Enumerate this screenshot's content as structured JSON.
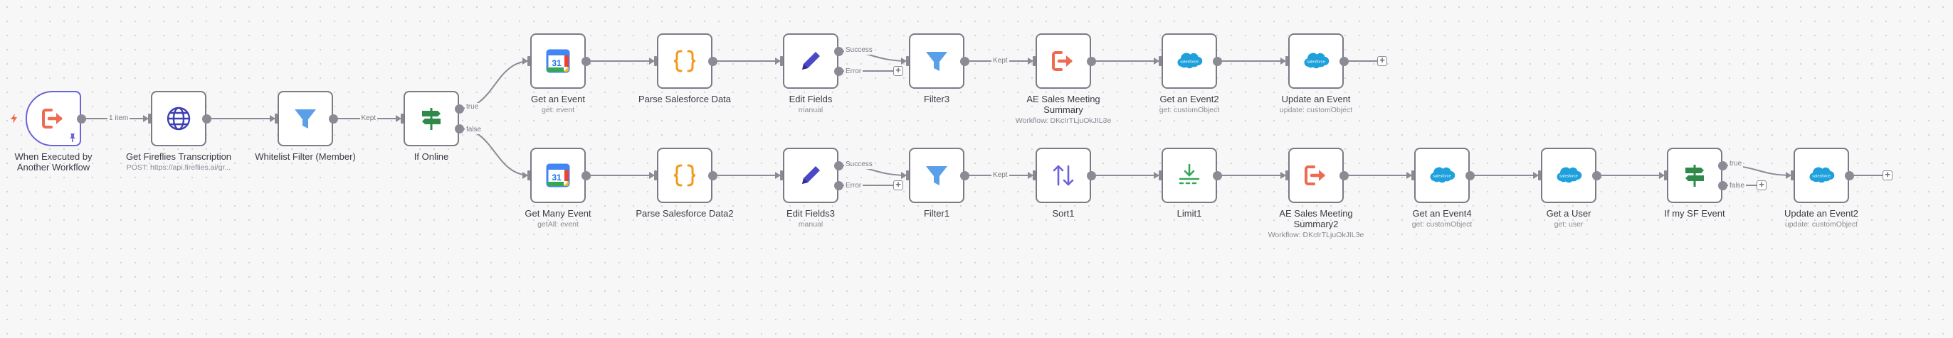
{
  "workflow": {
    "nodes": [
      {
        "id": "n1",
        "label": "When Executed by Another Workflow",
        "subtitle": "",
        "icon": "execute-workflow-trigger-icon",
        "trigger": true
      },
      {
        "id": "n2",
        "label": "Get Fireflies Transcription",
        "subtitle": "POST: https://api.fireflies.ai/gr...",
        "icon": "http-globe-icon"
      },
      {
        "id": "n3",
        "label": "Whitelist Filter (Member)",
        "subtitle": "",
        "icon": "filter-icon"
      },
      {
        "id": "n4",
        "label": "If Online",
        "subtitle": "",
        "icon": "if-signpost-icon"
      },
      {
        "id": "t1",
        "label": "Get an Event",
        "subtitle": "get: event",
        "icon": "google-calendar-icon"
      },
      {
        "id": "t2",
        "label": "Parse Salesforce Data",
        "subtitle": "",
        "icon": "code-braces-icon"
      },
      {
        "id": "t3",
        "label": "Edit Fields",
        "subtitle": "manual",
        "icon": "pencil-icon"
      },
      {
        "id": "t4",
        "label": "Filter3",
        "subtitle": "",
        "icon": "filter-icon"
      },
      {
        "id": "t5",
        "label": "AE Sales Meeting Summary",
        "subtitle": "Workflow: DKcIrTLjuOkJIL3e",
        "icon": "execute-workflow-icon"
      },
      {
        "id": "t6",
        "label": "Get an Event2",
        "subtitle": "get: customObject",
        "icon": "salesforce-icon"
      },
      {
        "id": "t7",
        "label": "Update an Event",
        "subtitle": "update: customObject",
        "icon": "salesforce-icon"
      },
      {
        "id": "b1",
        "label": "Get Many Event",
        "subtitle": "getAll: event",
        "icon": "google-calendar-icon"
      },
      {
        "id": "b2",
        "label": "Parse Salesforce Data2",
        "subtitle": "",
        "icon": "code-braces-icon"
      },
      {
        "id": "b3",
        "label": "Edit Fields3",
        "subtitle": "manual",
        "icon": "pencil-icon"
      },
      {
        "id": "b4",
        "label": "Filter1",
        "subtitle": "",
        "icon": "filter-icon"
      },
      {
        "id": "b5",
        "label": "Sort1",
        "subtitle": "",
        "icon": "sort-icon"
      },
      {
        "id": "b6",
        "label": "Limit1",
        "subtitle": "",
        "icon": "limit-icon"
      },
      {
        "id": "b7",
        "label": "AE Sales Meeting Summary2",
        "subtitle": "Workflow: DKcIrTLjuOkJIL3e",
        "icon": "execute-workflow-icon"
      },
      {
        "id": "b8",
        "label": "Get an Event4",
        "subtitle": "get: customObject",
        "icon": "salesforce-icon"
      },
      {
        "id": "b9",
        "label": "Get a User",
        "subtitle": "get: user",
        "icon": "salesforce-icon"
      },
      {
        "id": "b10",
        "label": "If my SF Event",
        "subtitle": "",
        "icon": "if-signpost-icon"
      },
      {
        "id": "b11",
        "label": "Update an Event2",
        "subtitle": "update: customObject",
        "icon": "salesforce-icon"
      }
    ],
    "edge_labels": {
      "items": "1 item",
      "kept": "Kept",
      "true": "true",
      "false": "false",
      "success": "Success",
      "error": "Error"
    },
    "salesforce_text": "salesforce",
    "calendar_day": "31",
    "colors": {
      "node_border": "#7b7b86",
      "selected_border": "#6b63d9",
      "edge": "#8b8b95",
      "trigger_orange": "#ee6b52",
      "filter_blue": "#5aa0e8",
      "salesforce_blue": "#1ea0dc",
      "code_orange": "#f29a1f",
      "pencil_indigo": "#4a48c8",
      "if_green": "#2f8a4a",
      "sort_purple": "#6b63d9",
      "limit_green": "#3aa55a"
    }
  }
}
